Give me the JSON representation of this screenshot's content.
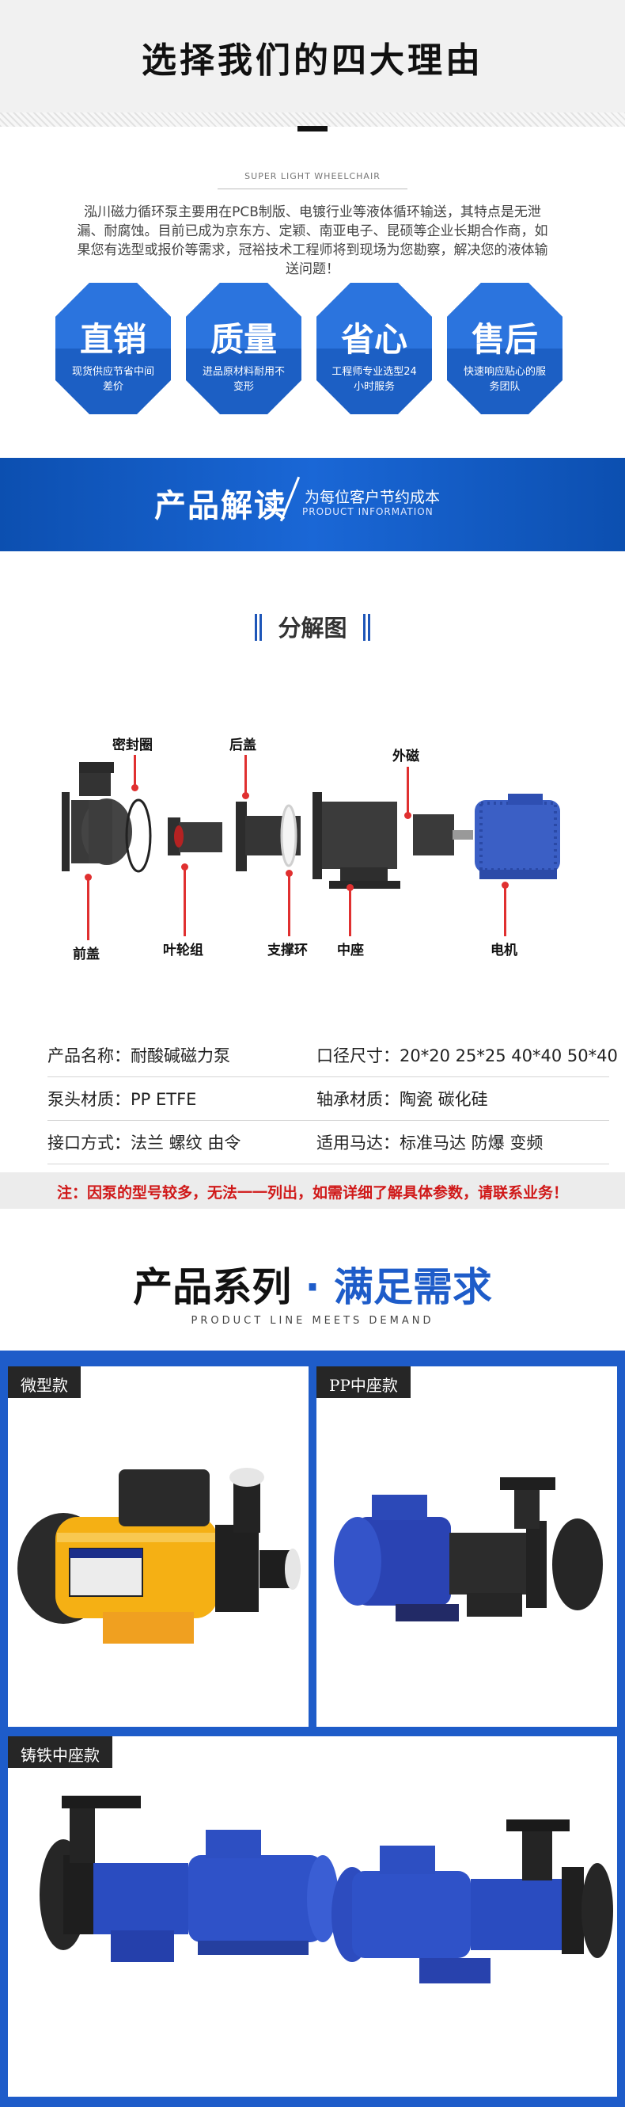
{
  "reasons": {
    "title": "选择我们的四大理由",
    "subtitle_en": "SUPER LIGHT WHEELCHAIR",
    "description": "泓川磁力循环泵主要用在PCB制版、电镀行业等液体循环输送，其特点是无泄漏、耐腐蚀。目前已成为京东方、定颖、南亚电子、昆硕等企业长期合作商，如果您有选型或报价等需求，冠裕技术工程师将到现场为您勘察，解决您的液体输送问题！",
    "items": [
      {
        "main": "直销",
        "sub": "现货供应节省中间差价"
      },
      {
        "main": "质量",
        "sub": "进品原材料耐用不变形"
      },
      {
        "main": "省心",
        "sub": "工程师专业选型24小时服务"
      },
      {
        "main": "售后",
        "sub": "快速响应贴心的服务团队"
      }
    ],
    "accent_color": "#1c5fc4"
  },
  "product_info": {
    "banner_title": "产品解读",
    "banner_sub": "为每位客户节约成本",
    "banner_en": "PRODUCT INFORMATION",
    "exploded_title": "分解图",
    "labels": {
      "seal": "密封圈",
      "rear_cover": "后盖",
      "outer_magnet": "外磁",
      "front_cover": "前盖",
      "impeller": "叶轮组",
      "support_ring": "支撑环",
      "mid_seat": "中座",
      "motor": "电机"
    },
    "specs": [
      {
        "left": "产品名称：耐酸碱磁力泵",
        "right": "口径尺寸：20*20  25*25 40*40 50*40"
      },
      {
        "left": "泵头材质：PP   ETFE",
        "right": "轴承材质：陶瓷   碳化硅"
      },
      {
        "left": "接口方式：法兰   螺纹   由令",
        "right": "适用马达：标准马达  防爆   变频"
      }
    ],
    "notice": "注：因泵的型号较多，无法一一列出，如需详细了解具体参数，请联系业务！"
  },
  "series": {
    "title_part1": "产品系列",
    "title_dot": "·",
    "title_part2": "满足需求",
    "subtitle_en": "PRODUCT LINE MEETS DEMAND",
    "panels": [
      {
        "tag": "微型款"
      },
      {
        "tag": "PP中座款"
      },
      {
        "tag": "铸铁中座款"
      }
    ]
  }
}
